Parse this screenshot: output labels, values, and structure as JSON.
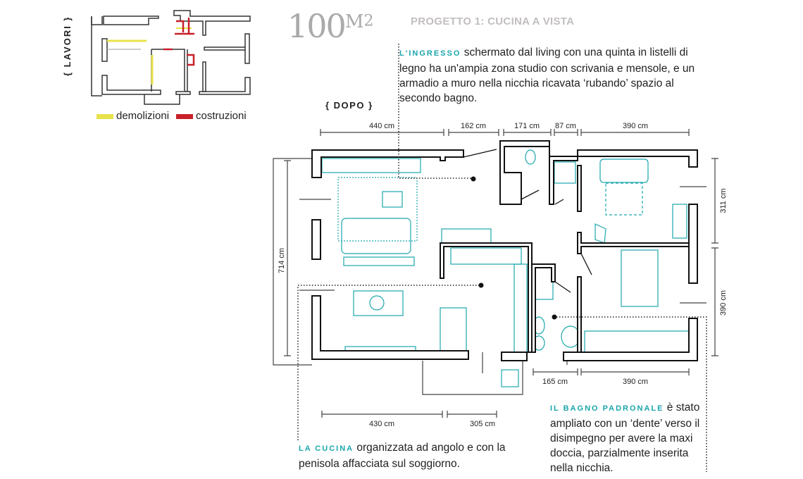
{
  "before_plan": {
    "label": "{ LAVORI }",
    "legend": [
      {
        "label": "demolizioni",
        "color": "#e8e24a"
      },
      {
        "label": "costruzioni",
        "color": "#c8202a"
      }
    ]
  },
  "header": {
    "area_value": "100",
    "area_unit": "M",
    "area_exp": "2",
    "title": "PROGETTO 1: CUCINA A VISTA"
  },
  "after_plan": {
    "label": "{ DOPO }",
    "accent_color": "#1aa6ad",
    "dimensions": {
      "top": [
        "440 cm",
        "162 cm",
        "171 cm",
        "87 cm",
        "390 cm"
      ],
      "left": "714 cm",
      "right": [
        "311 cm",
        "390 cm"
      ],
      "bottom_right": [
        "165 cm",
        "390 cm"
      ],
      "bottom": [
        "430 cm",
        "305 cm"
      ]
    }
  },
  "notes": {
    "ingresso": {
      "keyword": "L'INGRESSO",
      "text": " schermato dal living con una quinta in listelli di legno ha un'ampia zona studio con scrivania e mensole, e un armadio a muro nella nicchia ricavata ‘rubando’ spazio al secondo bagno."
    },
    "cucina": {
      "keyword": "LA CUCINA",
      "text": " organizzata ad angolo e con la penisola affacciata sul soggiorno."
    },
    "bagno": {
      "keyword": "IL BAGNO PADRONALE",
      "text": " è stato ampliato con un ‘dente’ verso il disimpegno per avere la maxi doccia, parzialmente inserita nella nicchia."
    }
  }
}
